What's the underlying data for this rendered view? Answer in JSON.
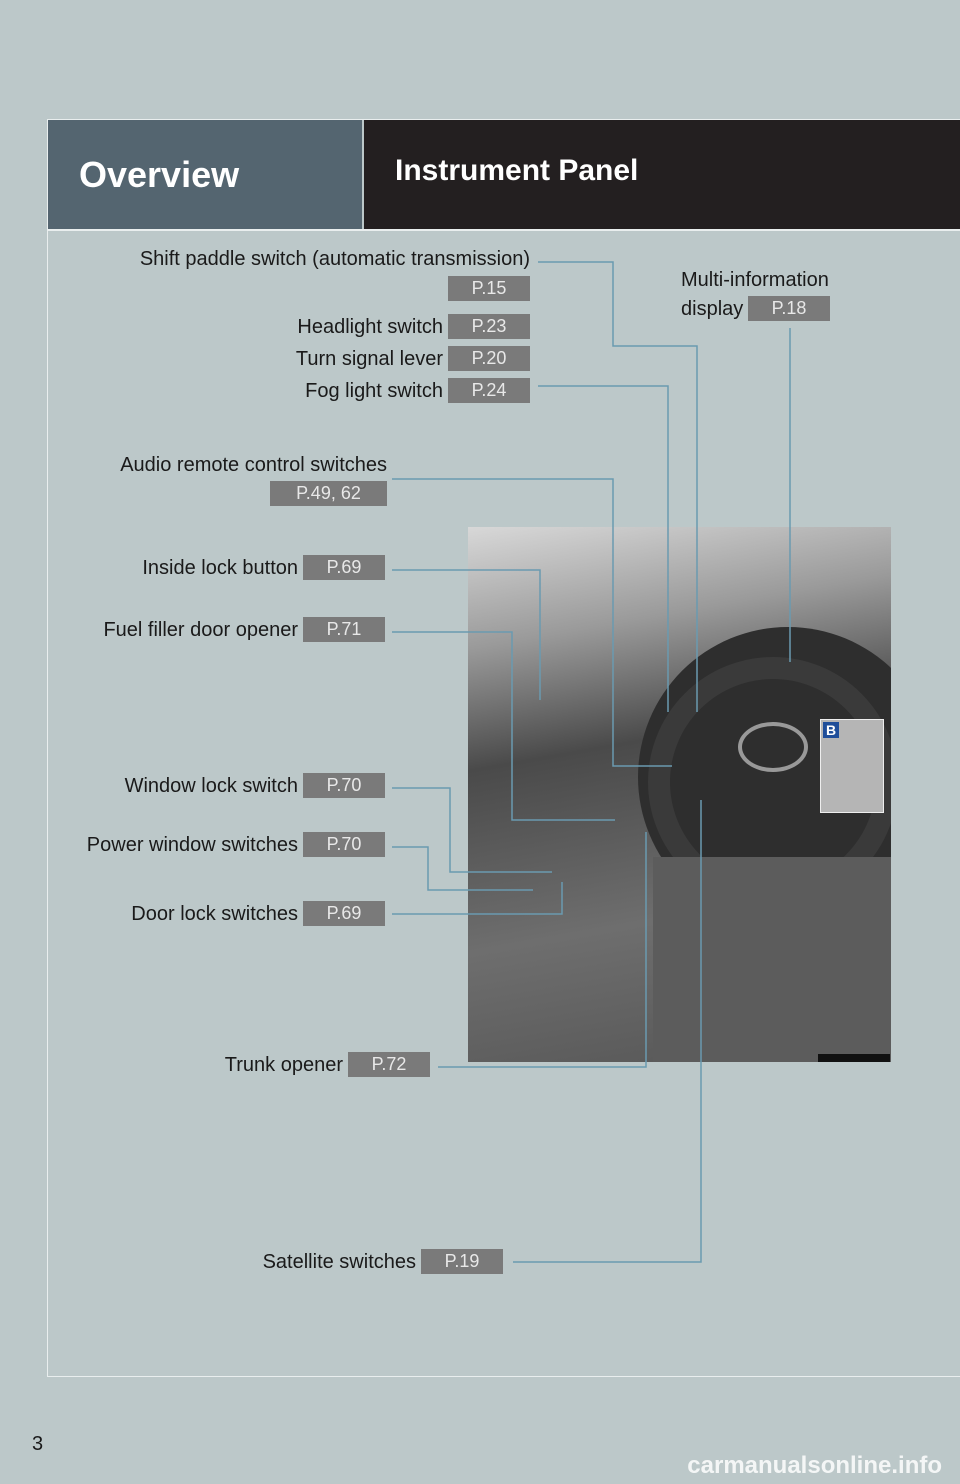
{
  "header": {
    "section": "Overview",
    "title": "Instrument Panel"
  },
  "items": [
    {
      "label": "Shift paddle switch (automatic transmission)",
      "page": "P.15"
    },
    {
      "label": "Multi-information",
      "label2": "display",
      "page": "P.18"
    },
    {
      "label": "Headlight switch",
      "page": "P.23"
    },
    {
      "label": "Turn signal lever",
      "page": "P.20"
    },
    {
      "label": "Fog light switch",
      "page": "P.24"
    },
    {
      "label": "Audio remote control switches",
      "page": "P.49, 62"
    },
    {
      "label": "Inside lock button",
      "page": "P.69"
    },
    {
      "label": "Fuel filler door opener",
      "page": "P.71"
    },
    {
      "label": "Window lock switch",
      "page": "P.70"
    },
    {
      "label": "Power window switches",
      "page": "P.70"
    },
    {
      "label": "Door lock switches",
      "page": "P.69"
    },
    {
      "label": "Trunk opener",
      "page": "P.72"
    },
    {
      "label": "Satellite switches",
      "page": "P.19"
    }
  ],
  "inset_badge": "B",
  "page_number": "3",
  "watermark": "carmanualsonline.info"
}
